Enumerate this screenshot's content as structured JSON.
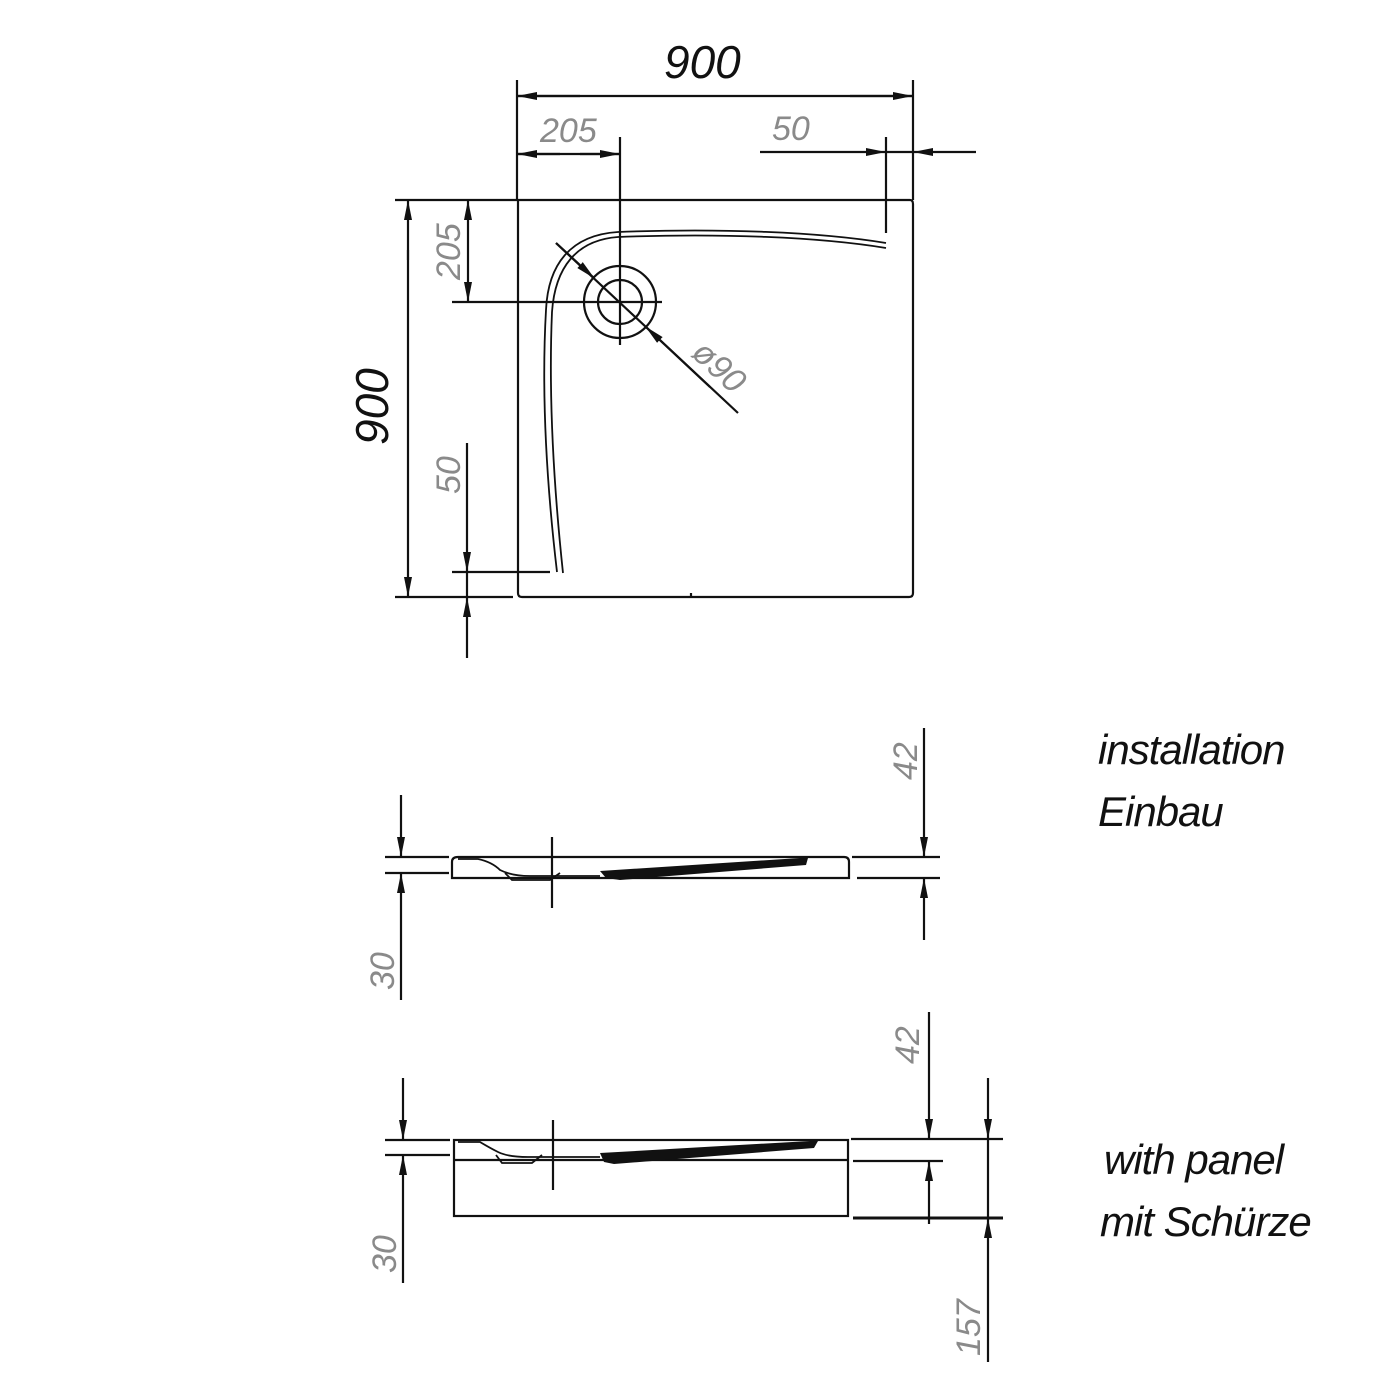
{
  "drawing": {
    "title": "Square shower tray technical drawing",
    "colors": {
      "lines": "#111111",
      "dimension_text": "#8a8a8a",
      "background": "#ffffff"
    }
  },
  "plan_view": {
    "width_label": "900",
    "height_label": "900",
    "drain_offset_x_label": "205",
    "drain_offset_y_label": "205",
    "rim_offset_x_label": "50",
    "rim_offset_y_label": "50",
    "drain_diameter_label": "ø90"
  },
  "section_installation": {
    "top_height_label": "42",
    "base_height_label": "30",
    "caption_en": "installation",
    "caption_de": "Einbau"
  },
  "section_panel": {
    "top_height_label": "42",
    "base_height_label": "30",
    "panel_height_label": "157",
    "caption_en": "with panel",
    "caption_de": "mit Schürze"
  }
}
